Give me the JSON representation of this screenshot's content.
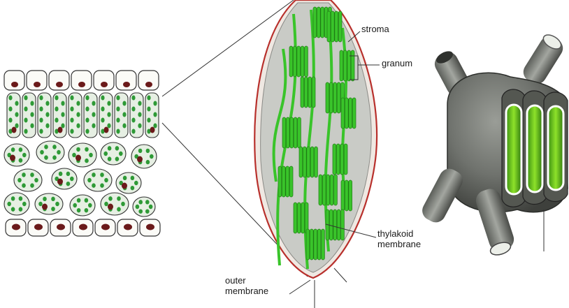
{
  "labels": {
    "stroma": "stroma",
    "granum": "granum",
    "thylakoid_line1": "thylakoid",
    "thylakoid_line2": "membrane",
    "outer_line1": "outer",
    "outer_line2": "membrane"
  },
  "colors": {
    "cell_green": "#2e9a36",
    "thylakoid_green": "#39c42a",
    "nucleus": "#6b1a1a",
    "membrane_red": "#b8302c",
    "stroma_gray": "#c9cbc6",
    "leaf_bg": "#e6efe3",
    "chloroplast_3d": "#6f726d"
  }
}
